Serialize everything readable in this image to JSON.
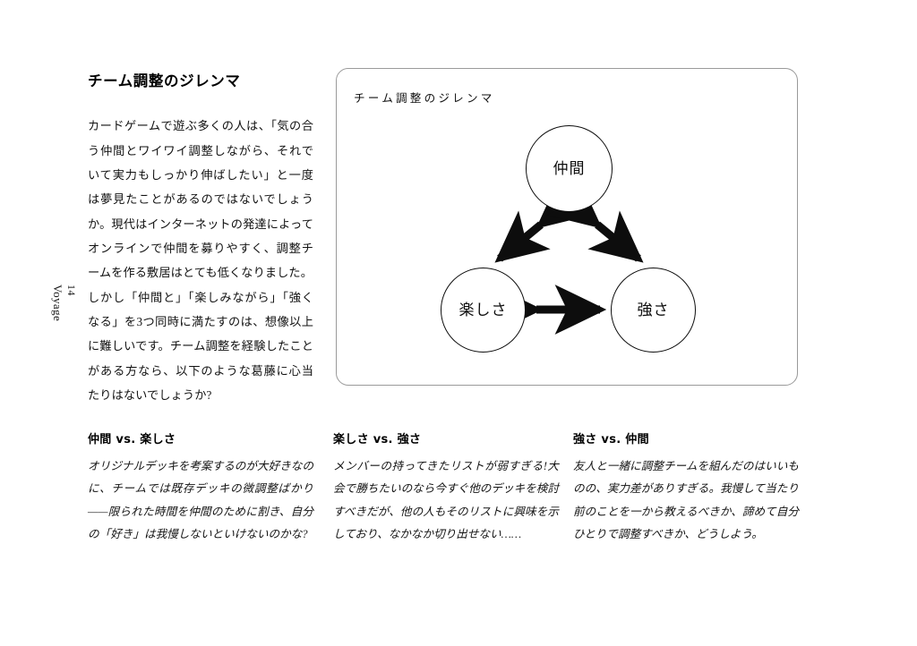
{
  "margin": {
    "running_title": "Voyage",
    "page_number": "14"
  },
  "article": {
    "title": "チーム調整のジレンマ",
    "paragraphs": [
      "カードゲームで遊ぶ多くの人は、「気の合う仲間とワイワイ調整しながら、それでいて実力もしっかり伸ばしたい」と一度は夢見たことがあるのではないでしょうか。現代はインターネットの発達によってオンラインで仲間を募りやすく、調整チームを作る敷居はとても低くなりました。",
      "しかし「仲間と」「楽しみながら」「強くなる」を3つ同時に満たすのは、想像以上に難しいです。チーム調整を経験したことがある方なら、以下のような葛藤に心当たりはないでしょうか?"
    ]
  },
  "figure": {
    "caption": "チーム調整のジレンマ",
    "nodes": [
      {
        "id": "nakama",
        "label": "仲間"
      },
      {
        "id": "tanoshisa",
        "label": "楽しさ"
      },
      {
        "id": "tsuyosa",
        "label": "強さ"
      }
    ],
    "edges": [
      {
        "from": "仲間",
        "to": "楽しさ",
        "style": "double-headed-arrow"
      },
      {
        "from": "仲間",
        "to": "強さ",
        "style": "double-headed-arrow"
      },
      {
        "from": "楽しさ",
        "to": "強さ",
        "style": "double-headed-arrow"
      }
    ],
    "stroke_color": "#0d0d0d",
    "frame_color": "#9a9a9a"
  },
  "dilemmas": [
    {
      "heading": "仲間 vs. 楽しさ",
      "body": "オリジナルデッキを考案するのが大好きなのに、チームでは既存デッキの微調整ばかり——限られた時間を仲間のために割き、自分の「好き」は我慢しないといけないのかな?"
    },
    {
      "heading": "楽しさ vs. 強さ",
      "body": "メンバーの持ってきたリストが弱すぎる!大会で勝ちたいのなら今すぐ他のデッキを検討すべきだが、他の人もそのリストに興味を示しており、なかなか切り出せない……"
    },
    {
      "heading": "強さ vs. 仲間",
      "body": "友人と一緒に調整チームを組んだのはいいものの、実力差がありすぎる。我慢して当たり前のことを一から教えるべきか、諦めて自分ひとりで調整すべきか、どうしよう。"
    }
  ]
}
